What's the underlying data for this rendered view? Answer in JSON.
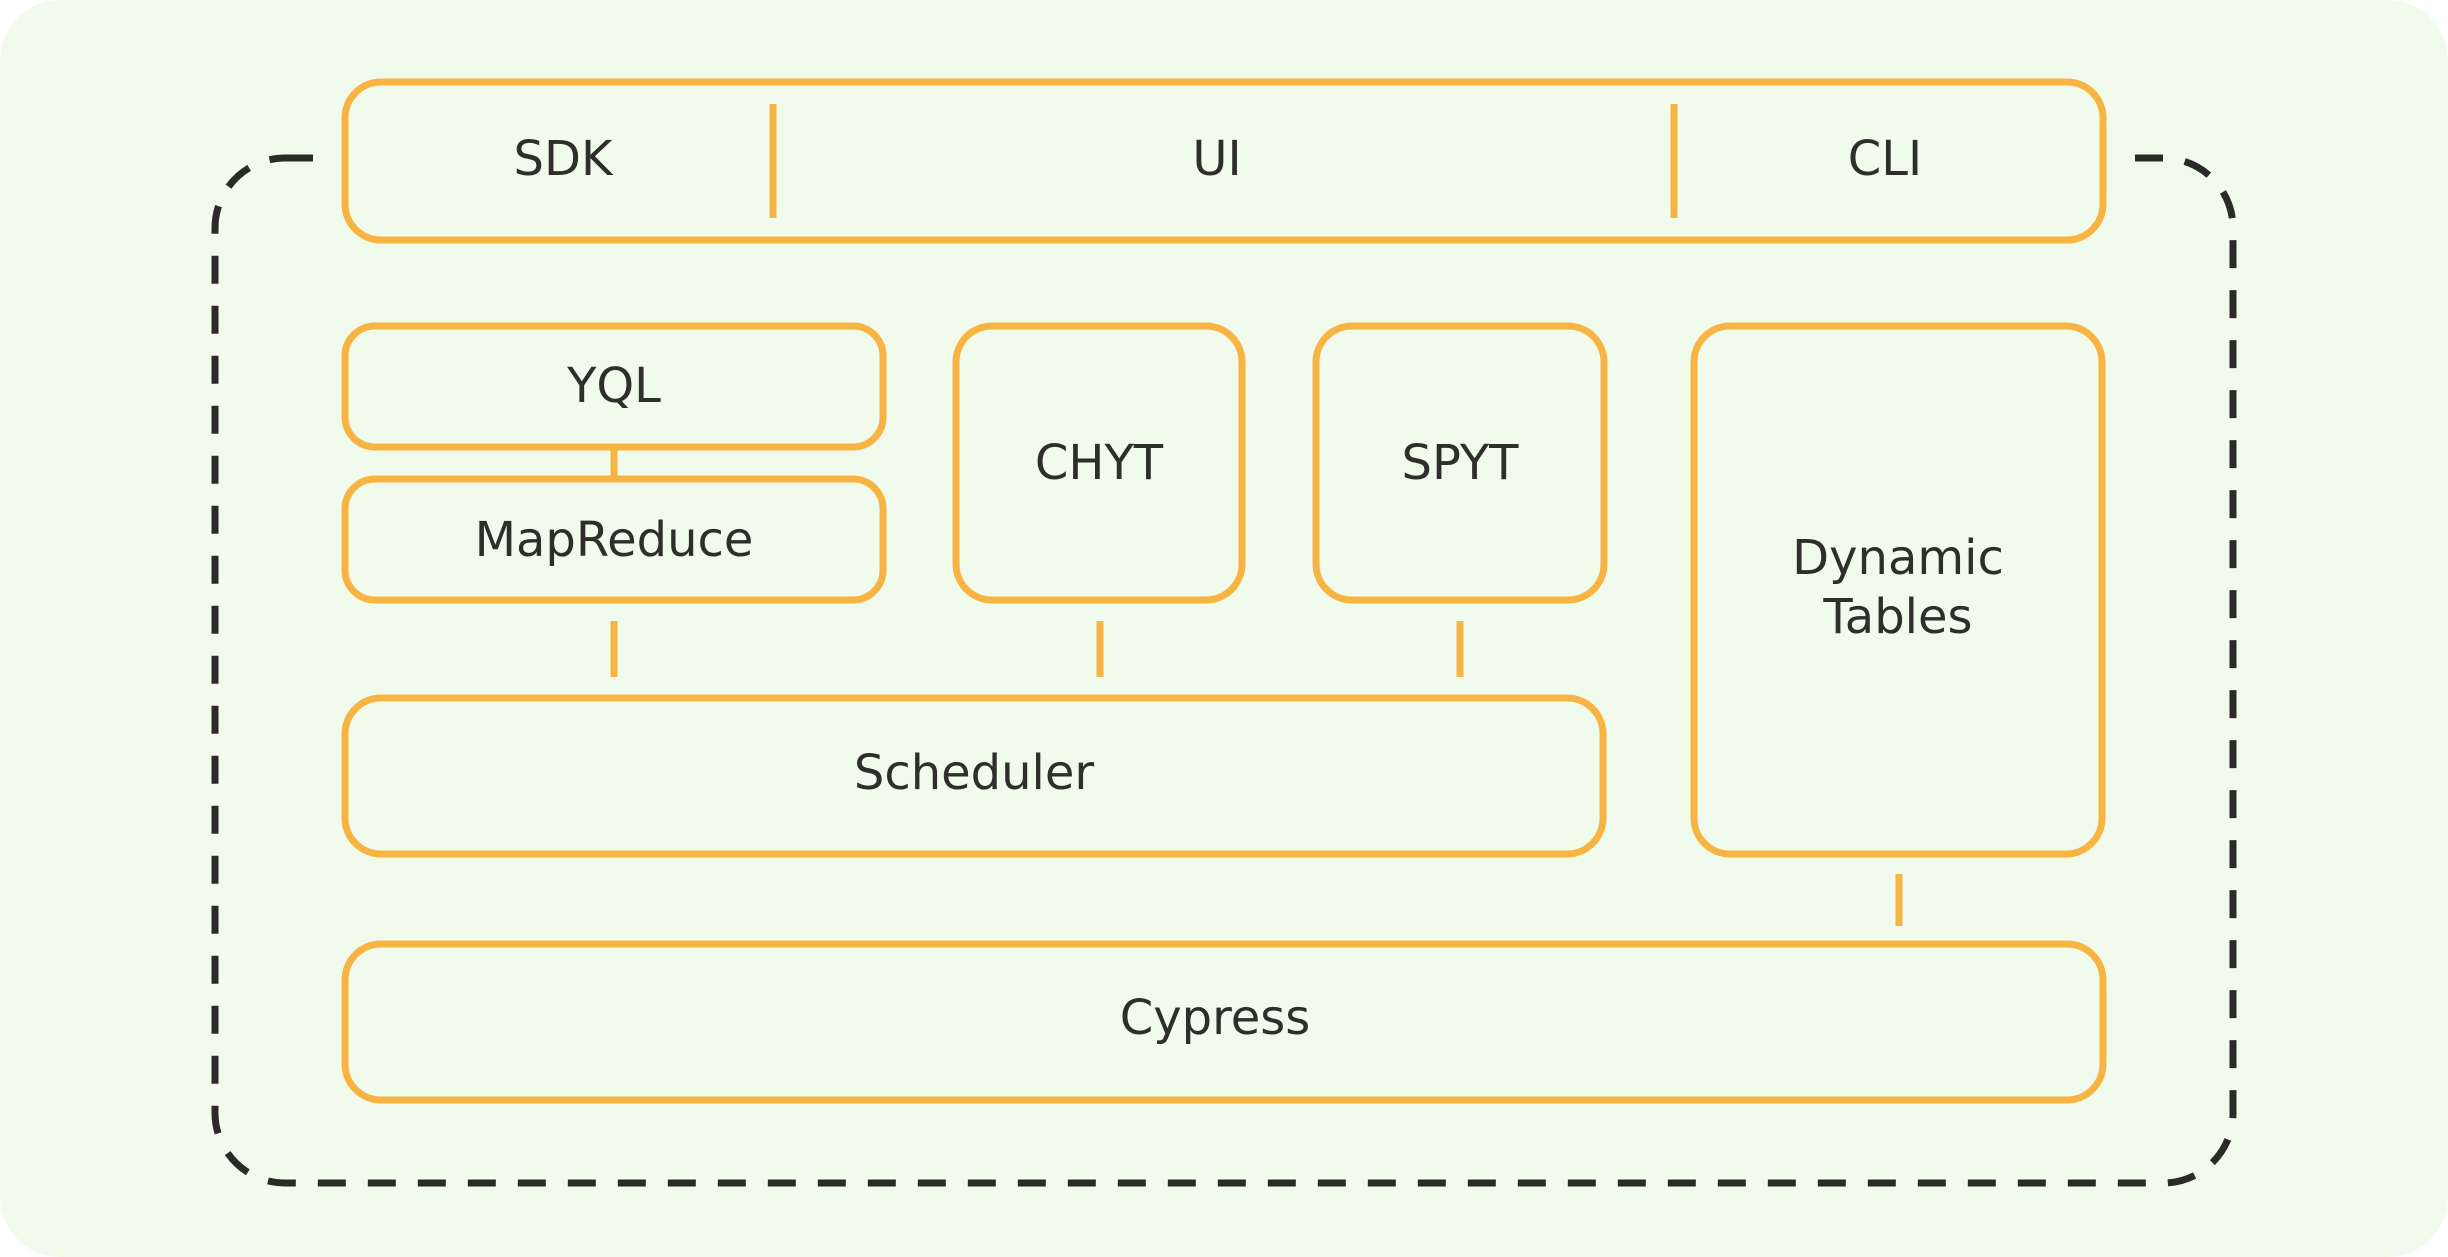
{
  "colors": {
    "background": "#F1FBEC",
    "component_stroke": "#F8B443",
    "frame_stroke": "#2A2A26",
    "text": "#2E2E2A"
  },
  "top_bar": {
    "sdk": "SDK",
    "ui": "UI",
    "cli": "CLI"
  },
  "components": {
    "yql": "YQL",
    "mapreduce": "MapReduce",
    "chyt": "CHYT",
    "spyt": "SPYT",
    "dynamic_tables_line1": "Dynamic",
    "dynamic_tables_line2": "Tables",
    "scheduler": "Scheduler",
    "cypress": "Cypress"
  }
}
